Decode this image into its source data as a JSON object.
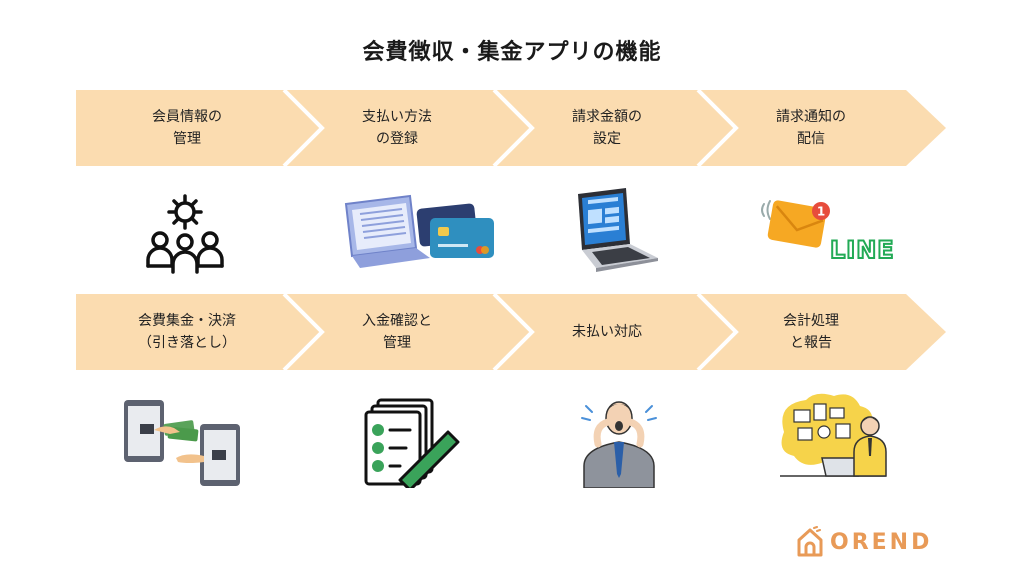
{
  "title": "会費徴収・集金アプリの機能",
  "colors": {
    "arrow_fill": "#fbdcb0",
    "accent": "#e89a57",
    "separator": "#ffffff"
  },
  "row1": [
    {
      "line1": "会員情報の",
      "line2": "管理",
      "icon": "people-gear-icon"
    },
    {
      "line1": "支払い方法",
      "line2": "の登録",
      "icon": "laptop-credit-card-icon"
    },
    {
      "line1": "請求金額の",
      "line2": "設定",
      "icon": "laptop-icon"
    },
    {
      "line1": "請求通知の",
      "line2": "配信",
      "icon": "mail-notification-line-icon"
    }
  ],
  "row2": [
    {
      "line1": "会費集金・決済",
      "line2": "（引き落とし）",
      "icon": "phone-money-transfer-icon"
    },
    {
      "line1": "入金確認と",
      "line2": "管理",
      "icon": "checklist-pen-icon"
    },
    {
      "line1": "未払い対応",
      "line2": "",
      "icon": "shouting-man-icon"
    },
    {
      "line1": "会計処理",
      "line2": "と報告",
      "icon": "accountant-icon"
    }
  ],
  "notification_badge": "1",
  "line_label": "LINE",
  "logo": {
    "text": "OREND"
  }
}
